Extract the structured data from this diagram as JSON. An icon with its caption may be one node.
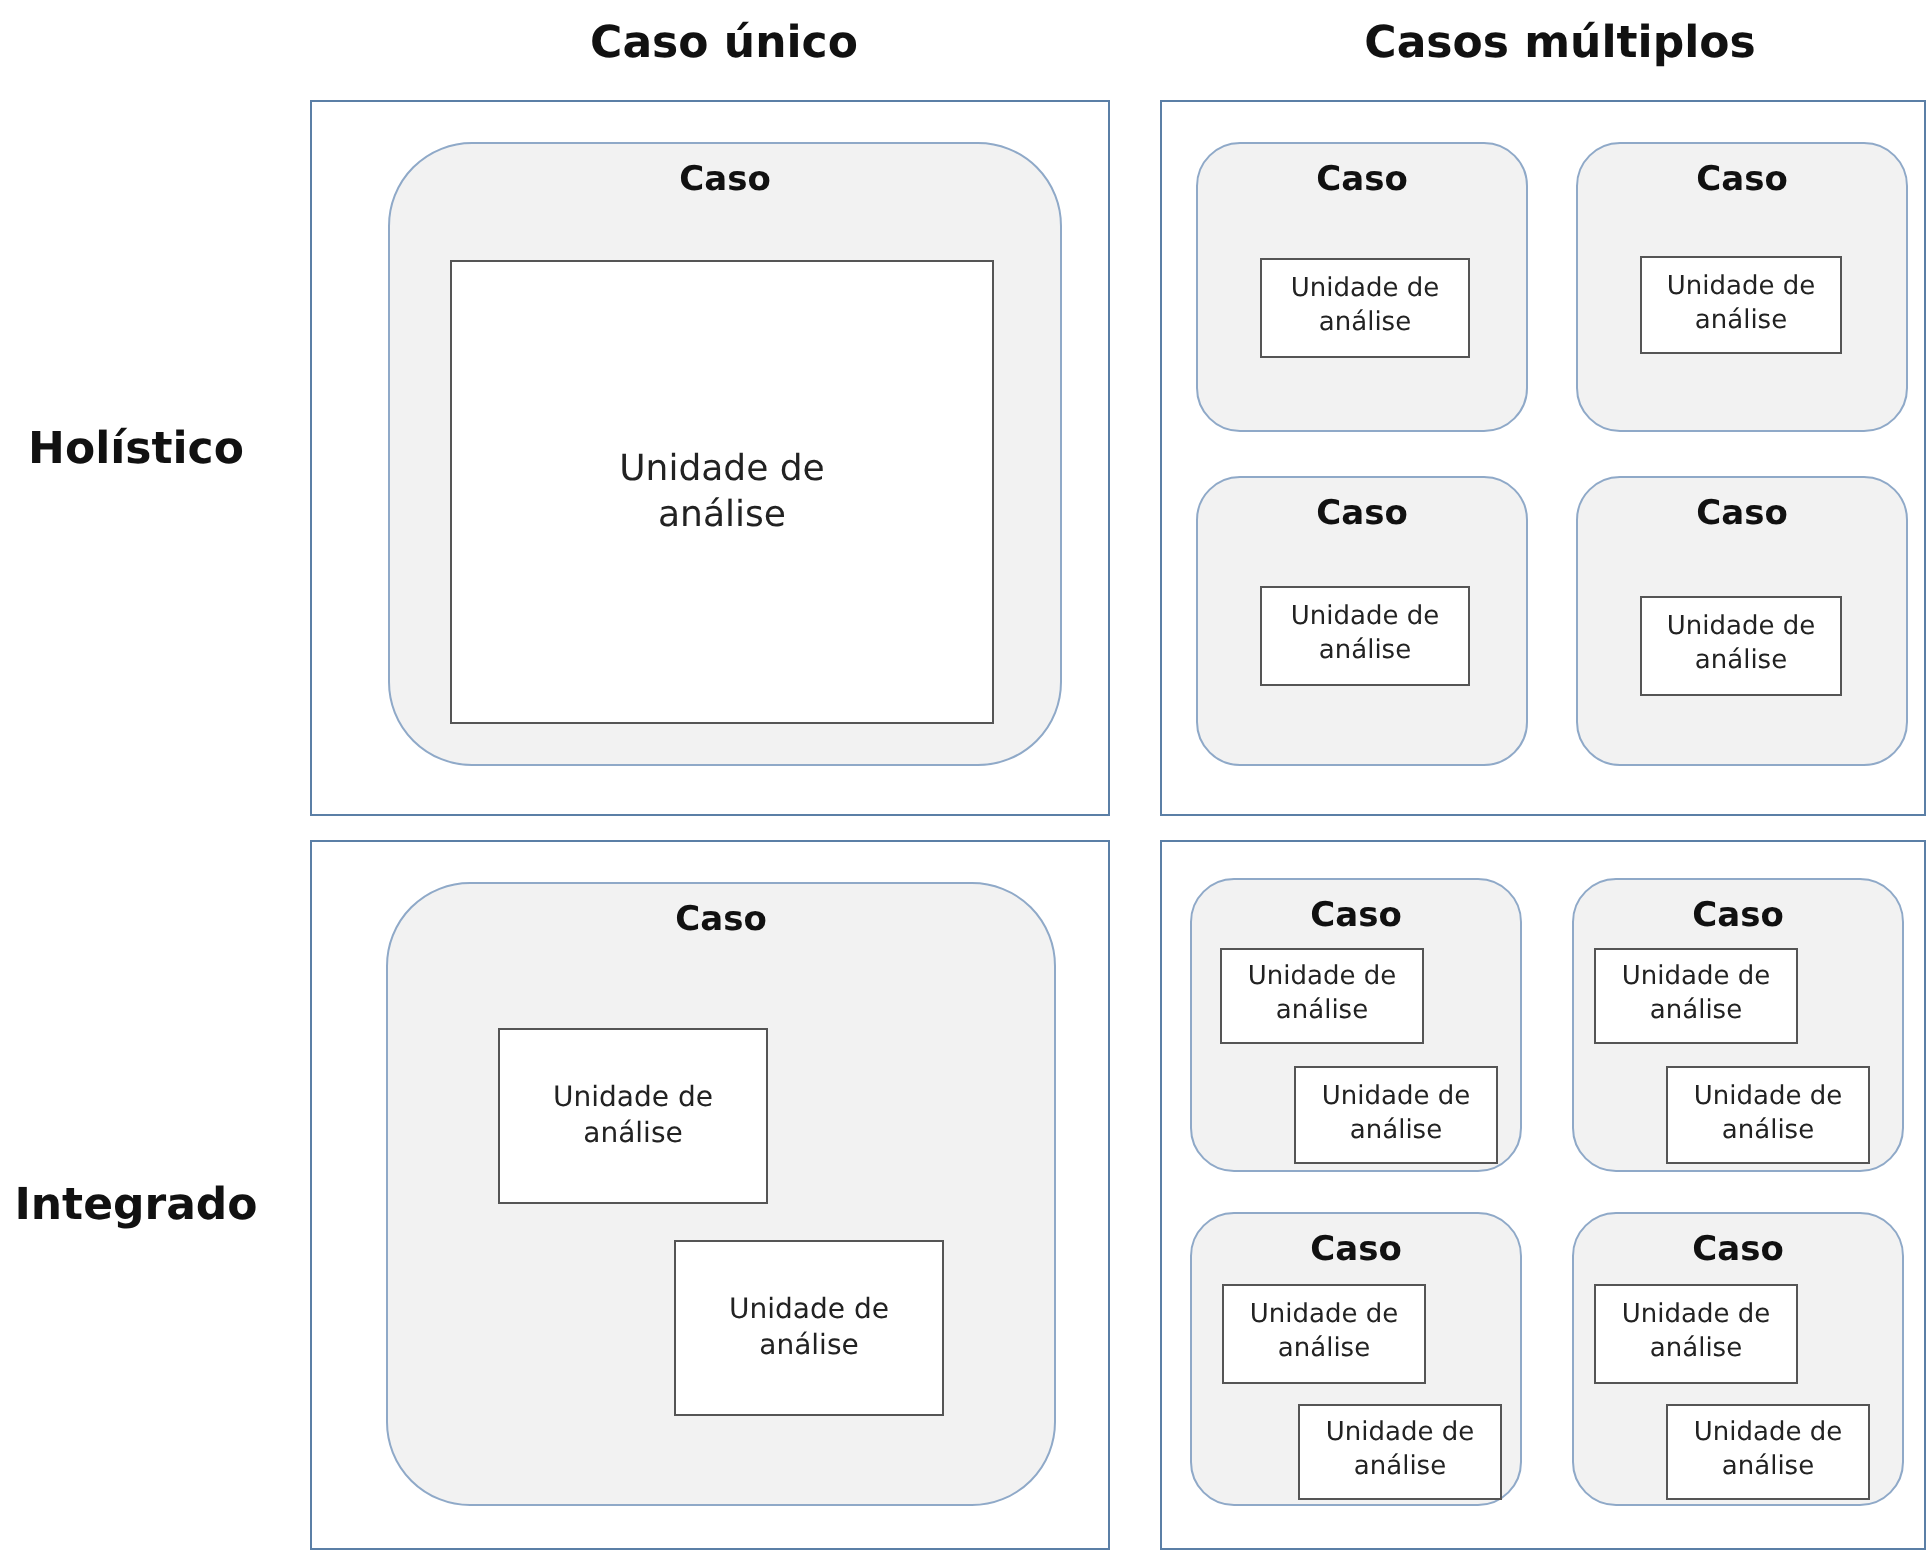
{
  "diagram": {
    "nodes": [
      {
        "text": [],
        "shape": "box"
      },
      {
        "text": [
          "Caso"
        ],
        "in": 0
      },
      {
        "text": [
          "Unidade de análise"
        ],
        "in": 1
      },
      {
        "text": [],
        "shape": "box"
      },
      {
        "text": [
          "Caso"
        ],
        "in": 3
      },
      {
        "text": [
          "Unidade de análise"
        ],
        "in": 4
      },
      {
        "text": [
          "Caso"
        ],
        "in": 3
      },
      {
        "text": [
          "Unidade de análise"
        ],
        "in": 6
      },
      {
        "text": [
          "Caso"
        ],
        "in": 3
      },
      {
        "text": [
          "Unidade de análise"
        ],
        "in": 8
      },
      {
        "text": [
          "Caso"
        ],
        "in": 3
      },
      {
        "text": [
          "Unidade de análise"
        ],
        "in": 10
      },
      {
        "text": [],
        "shape": "box"
      },
      {
        "text": [
          "Caso"
        ],
        "in": 12
      },
      {
        "text": [
          "Unidade de análise"
        ],
        "in": 13
      },
      {
        "text": [
          "Unidade de análise"
        ],
        "in": 13
      },
      {
        "text": [],
        "shape": "box"
      },
      {
        "text": [
          "Caso"
        ],
        "in": 16
      },
      {
        "text": [
          "Unidade de análise"
        ],
        "in": 17
      },
      {
        "text": [
          "Unidade de análise"
        ],
        "in": 17
      },
      {
        "text": [
          "Caso"
        ],
        "in": 16
      },
      {
        "text": [
          "Unidade de análise"
        ],
        "in": 20
      },
      {
        "text": [
          "Unidade de análise"
        ],
        "in": 20
      },
      {
        "text": [
          "Caso"
        ],
        "in": 16
      },
      {
        "text": [
          "Unidade de análise"
        ],
        "in": 23
      },
      {
        "text": [
          "Unidade de análise"
        ],
        "in": 23
      },
      {
        "text": [
          "Caso"
        ],
        "in": 16
      },
      {
        "text": [
          "Unidade de análise"
        ],
        "in": 26
      },
      {
        "text": [
          "Unidade de análise"
        ],
        "in": 26
      }
    ],
    "edges": [],
    "labels": [
      "Caso único",
      "Casos múltiplos",
      "Holístico",
      "Integrado"
    ]
  }
}
